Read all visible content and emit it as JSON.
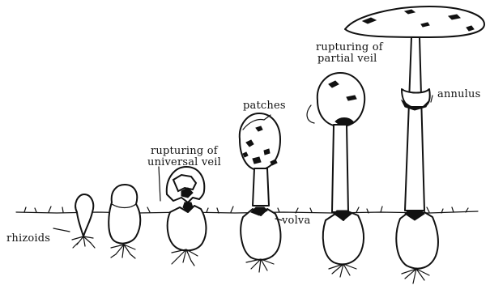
{
  "labels": {
    "rhizoids": "rhizoids",
    "rupturing_universal_veil_line1": "rupturing of",
    "rupturing_universal_veil_line2": "universal veil",
    "patches": "patches",
    "volva": "volva",
    "rupturing_partial_veil_line1": "rupturing of",
    "rupturing_partial_veil_line2": "partial veil",
    "annulus": "annulus"
  },
  "stages": [
    "button-stage-1",
    "button-stage-2",
    "universal-veil-rupture-stage",
    "elongating-stage",
    "partial-veil-rupture-stage",
    "mature-mushroom-stage"
  ]
}
